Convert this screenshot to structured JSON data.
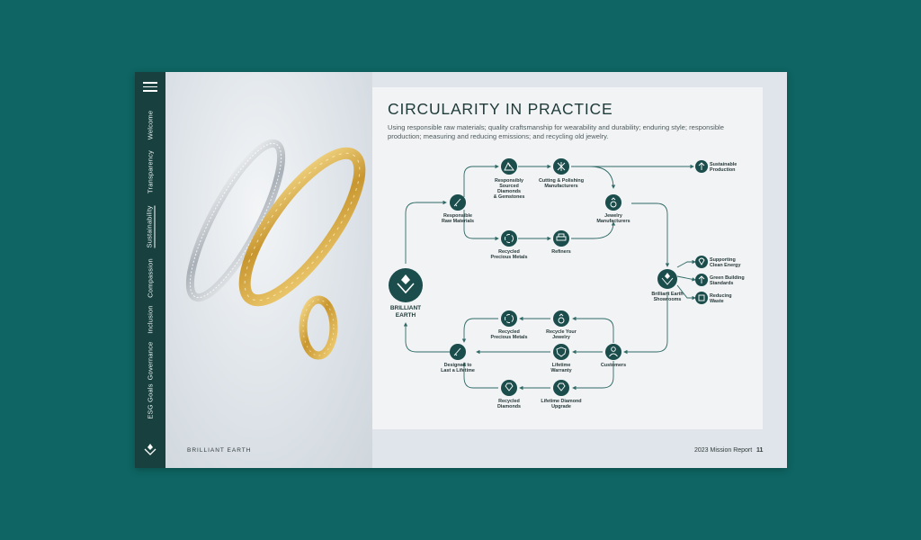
{
  "sidebar": {
    "items": [
      {
        "label": "Welcome"
      },
      {
        "label": "Transparency"
      },
      {
        "label": "Sustainability"
      },
      {
        "label": "Compassion"
      },
      {
        "label": "Inclusion"
      },
      {
        "label": "Governance"
      },
      {
        "label": "ESG Goals"
      }
    ],
    "active": "Sustainability"
  },
  "panel": {
    "title": "CIRCULARITY IN PRACTICE",
    "subtitle": "Using responsible raw materials; quality craftsmanship for wearability and durability; enduring style; responsible production; measuring and reducing emissions; and recycling old jewelry."
  },
  "diagram": {
    "brand": [
      "BRILLIANT",
      "EARTH"
    ],
    "responsibly_sourced": [
      "Responsibly",
      "Sourced",
      "Diamonds",
      "& Gemstones"
    ],
    "cutting": [
      "Cutting & Polishing",
      "Manufacturers"
    ],
    "sustainable": [
      "Sustainable",
      "Production"
    ],
    "raw_materials": [
      "Responsible",
      "Raw Materials"
    ],
    "jewelry_mfr": [
      "Jewelry",
      "Manufacturers"
    ],
    "recycled_metals_top": [
      "Recycled",
      "Precious Metals"
    ],
    "refiners": [
      "Refiners"
    ],
    "showrooms": [
      "Brilliant Earth",
      "Showrooms"
    ],
    "clean_energy": [
      "Supporting",
      "Clean Energy"
    ],
    "green_building": [
      "Green Building",
      "Standards"
    ],
    "reducing_waste": [
      "Reducing",
      "Waste"
    ],
    "recycled_metals_bottom": [
      "Recycled",
      "Precious Metals"
    ],
    "recycle_jewelry": [
      "Recycle Your",
      "Jewelry"
    ],
    "designed": [
      "Designed to",
      "Last a Lifetime"
    ],
    "warranty": [
      "Lifetime",
      "Warranty"
    ],
    "customers": [
      "Customers"
    ],
    "recycled_diamonds": [
      "Recycled",
      "Diamonds"
    ],
    "diamond_upgrade": [
      "Lifetime Diamond",
      "Upgrade"
    ]
  },
  "footer": {
    "brand": "BRILLIANT EARTH",
    "report": "2023 Mission Report",
    "page": "11"
  },
  "colors": {
    "background": "#0e6563",
    "sidebar": "#17403f",
    "node": "#1a4d4b",
    "flow_line": "#2f6a67"
  }
}
